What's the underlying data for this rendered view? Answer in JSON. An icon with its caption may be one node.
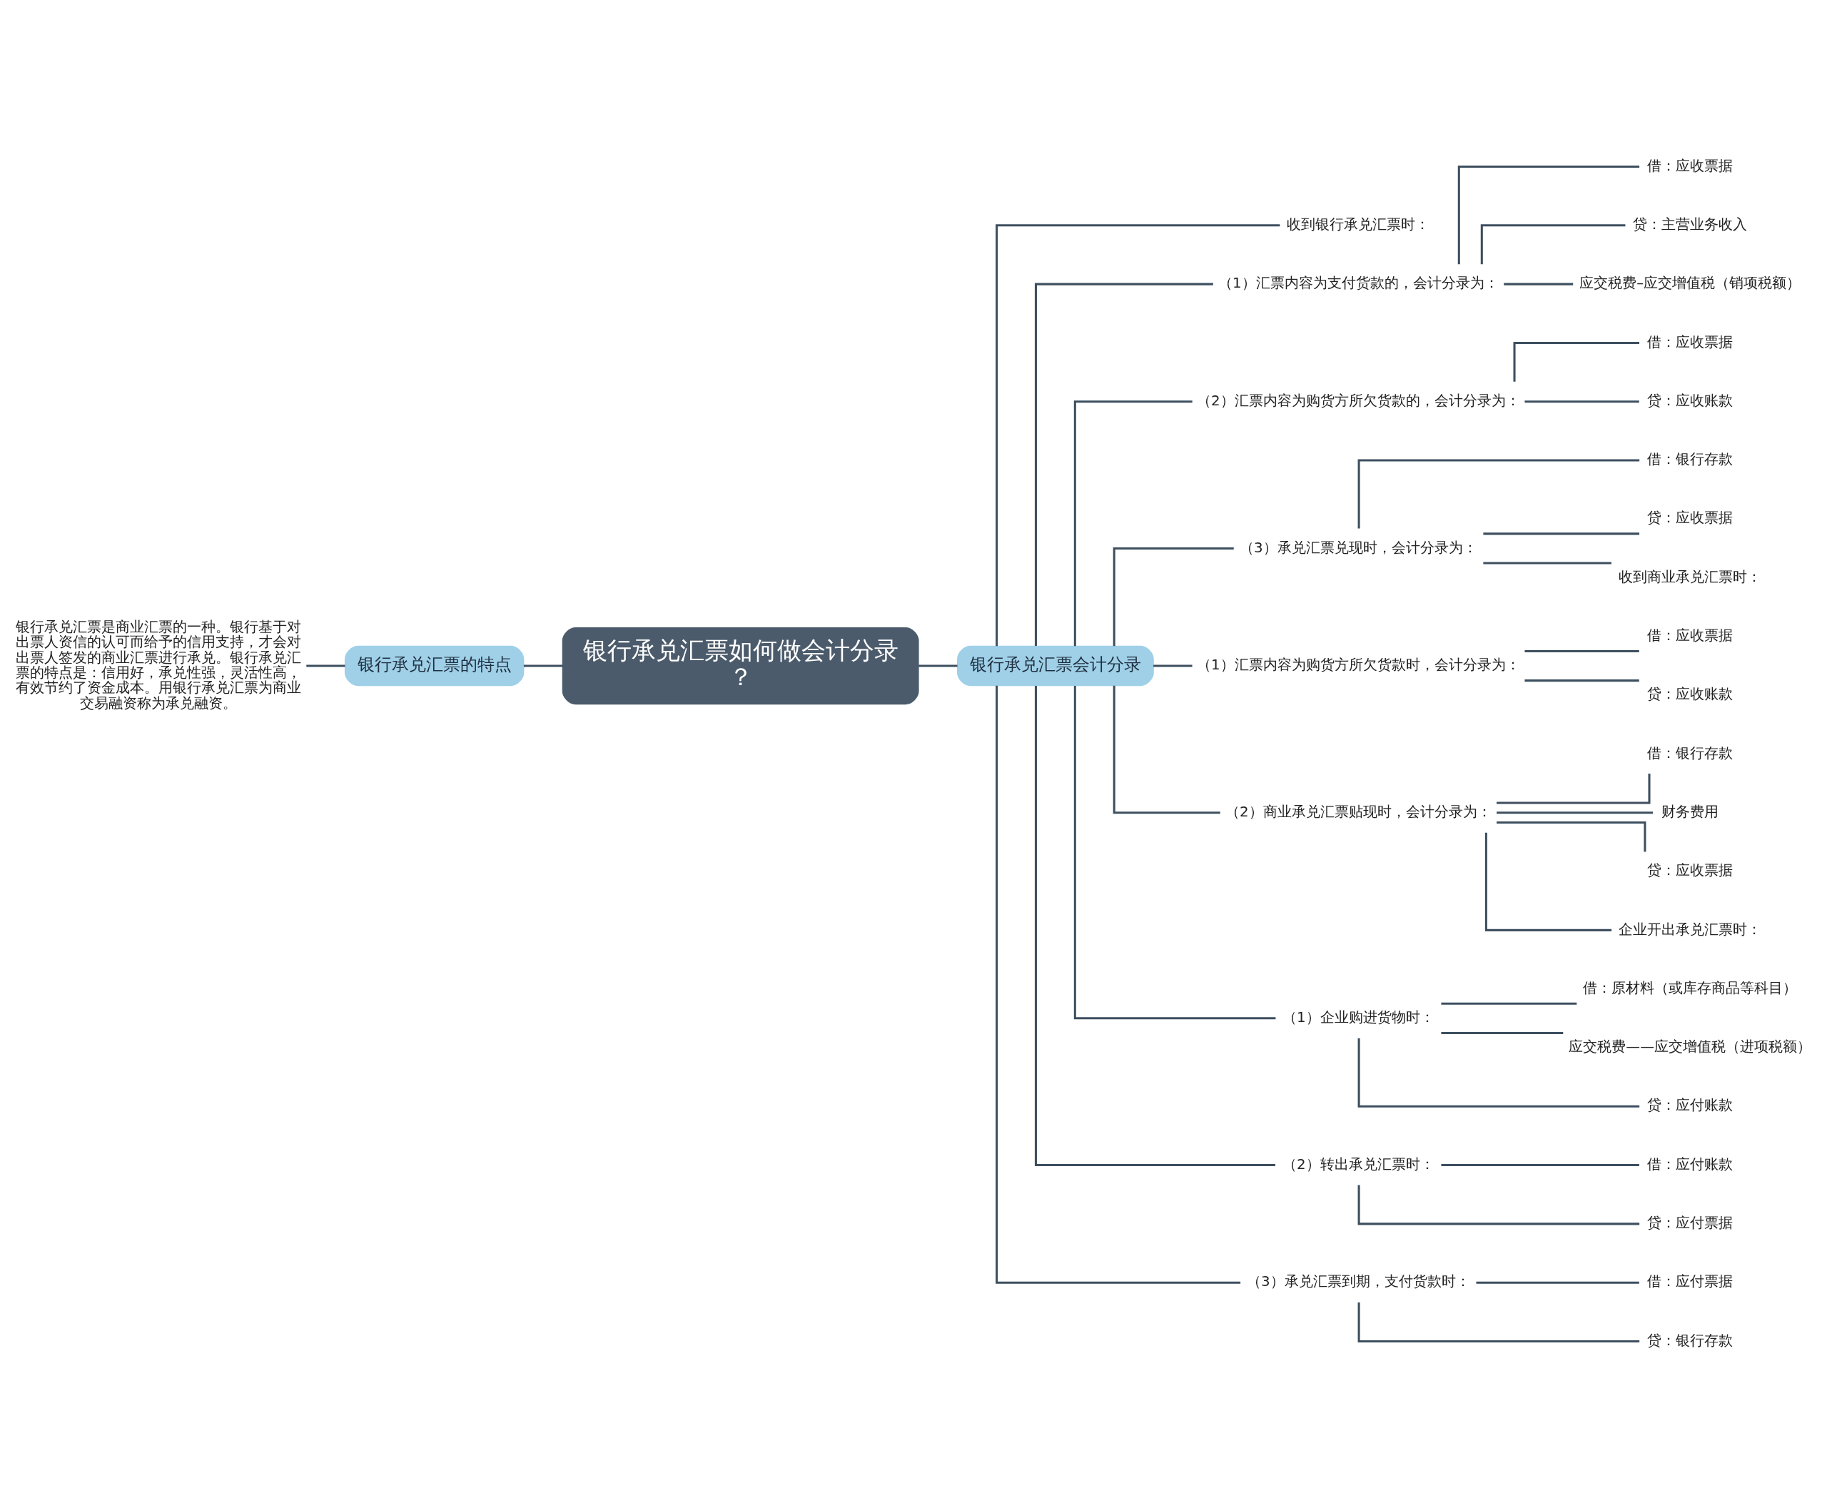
{
  "diagram": {
    "nodes": [
      {
        "text": [
          "银行承兑汇票如何做会计分录？"
        ]
      },
      {
        "text": [
          "银行承兑汇票的特点"
        ]
      },
      {
        "text": [
          "银行承兑汇票是商业汇票的一种。银行基于对出票人资信的认可而给予的信用支持，才会对出票人签发的商业汇票进行承兑。银行承兑汇票的特点是：信用好，承兑性强，灵活性高，有效节约了资金成本。用银行承兑汇票为商业交易融资称为承兑融资。"
        ]
      },
      {
        "text": [
          "银行承兑汇票会计分录"
        ]
      },
      {
        "text": [
          "收到银行承兑汇票时："
        ]
      },
      {
        "text": [
          "（1）汇票内容为支付货款的，会计分录为："
        ]
      },
      {
        "text": [
          "借：应收票据"
        ]
      },
      {
        "text": [
          "贷：主营业务收入"
        ]
      },
      {
        "text": [
          "应交税费–应交增值税（销项税额）"
        ]
      },
      {
        "text": [
          "（2）汇票内容为购货方所欠货款的，会计分录为："
        ]
      },
      {
        "text": [
          "借：应收票据"
        ]
      },
      {
        "text": [
          "贷：应收账款"
        ]
      },
      {
        "text": [
          "（3）承兑汇票兑现时，会计分录为："
        ]
      },
      {
        "text": [
          "借：银行存款"
        ]
      },
      {
        "text": [
          "贷：应收票据"
        ]
      },
      {
        "text": [
          "收到商业承兑汇票时："
        ]
      },
      {
        "text": [
          "（1）汇票内容为购货方所欠货款时，会计分录为："
        ]
      },
      {
        "text": [
          "借：应收票据"
        ]
      },
      {
        "text": [
          "贷：应收账款"
        ]
      },
      {
        "text": [
          "（2）商业承兑汇票贴现时，会计分录为："
        ]
      },
      {
        "text": [
          "借：银行存款"
        ]
      },
      {
        "text": [
          "财务费用"
        ]
      },
      {
        "text": [
          "贷：应收票据"
        ]
      },
      {
        "text": [
          "企业开出承兑汇票时："
        ]
      },
      {
        "text": [
          "（1）企业购进货物时："
        ]
      },
      {
        "text": [
          "借：原材料（或库存商品等科目）"
        ]
      },
      {
        "text": [
          "应交税费——应交增值税（进项税额）"
        ]
      },
      {
        "text": [
          "贷：应付账款"
        ]
      },
      {
        "text": [
          "（2）转出承兑汇票时："
        ]
      },
      {
        "text": [
          "借：应付账款"
        ]
      },
      {
        "text": [
          "贷：应付票据"
        ]
      },
      {
        "text": [
          "（3）承兑汇票到期，支付货款时："
        ]
      },
      {
        "text": [
          "借：应付票据"
        ]
      },
      {
        "text": [
          "贷：银行存款"
        ]
      }
    ],
    "edges": [
      {
        "from": 0,
        "to": 1,
        "arrow": "none"
      },
      {
        "from": 1,
        "to": 2,
        "arrow": "none"
      },
      {
        "from": 0,
        "to": 3,
        "arrow": "none"
      },
      {
        "from": 3,
        "to": 4,
        "arrow": "none"
      },
      {
        "from": 3,
        "to": 5,
        "arrow": "none"
      },
      {
        "from": 5,
        "to": 6,
        "arrow": "none"
      },
      {
        "from": 5,
        "to": 7,
        "arrow": "none"
      },
      {
        "from": 5,
        "to": 8,
        "arrow": "none"
      },
      {
        "from": 3,
        "to": 9,
        "arrow": "none"
      },
      {
        "from": 9,
        "to": 10,
        "arrow": "none"
      },
      {
        "from": 9,
        "to": 11,
        "arrow": "none"
      },
      {
        "from": 3,
        "to": 12,
        "arrow": "none"
      },
      {
        "from": 12,
        "to": 13,
        "arrow": "none"
      },
      {
        "from": 12,
        "to": 14,
        "arrow": "none"
      },
      {
        "from": 12,
        "to": 15,
        "arrow": "none"
      },
      {
        "from": 3,
        "to": 16,
        "arrow": "none"
      },
      {
        "from": 16,
        "to": 17,
        "arrow": "none"
      },
      {
        "from": 16,
        "to": 18,
        "arrow": "none"
      },
      {
        "from": 3,
        "to": 19,
        "arrow": "none"
      },
      {
        "from": 19,
        "to": 20,
        "arrow": "none"
      },
      {
        "from": 19,
        "to": 21,
        "arrow": "none"
      },
      {
        "from": 19,
        "to": 22,
        "arrow": "none"
      },
      {
        "from": 19,
        "to": 23,
        "arrow": "none"
      },
      {
        "from": 3,
        "to": 24,
        "arrow": "none"
      },
      {
        "from": 24,
        "to": 25,
        "arrow": "none"
      },
      {
        "from": 24,
        "to": 26,
        "arrow": "none"
      },
      {
        "from": 24,
        "to": 27,
        "arrow": "none"
      },
      {
        "from": 3,
        "to": 28,
        "arrow": "none"
      },
      {
        "from": 28,
        "to": 29,
        "arrow": "none"
      },
      {
        "from": 28,
        "to": 30,
        "arrow": "none"
      },
      {
        "from": 3,
        "to": 31,
        "arrow": "none"
      },
      {
        "from": 31,
        "to": 32,
        "arrow": "none"
      },
      {
        "from": 31,
        "to": 33,
        "arrow": "none"
      }
    ]
  }
}
